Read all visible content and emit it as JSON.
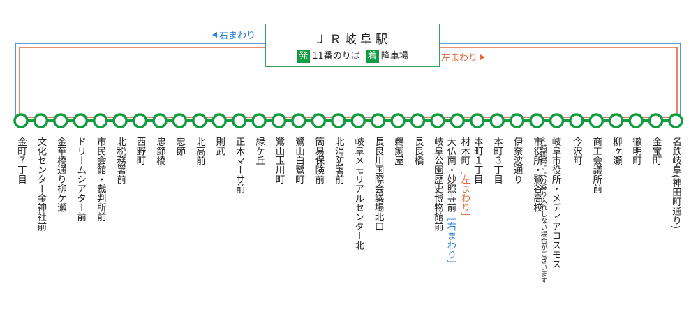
{
  "terminal": {
    "title": "ＪＲ岐阜駅",
    "depart_badge": "発",
    "depart_text": "11番のりば",
    "arrive_badge": "着",
    "arrive_text": "降車場"
  },
  "directions": {
    "clockwise": "右まわり",
    "counterclockwise": "左まわり"
  },
  "colors": {
    "line_green": "#119c3f",
    "clockwise_blue": "#2b7fd6",
    "counterclockwise_orange": "#e36a3c"
  },
  "stops": [
    {
      "name": "金町７丁目"
    },
    {
      "name": "文化センター金神社前"
    },
    {
      "name": "金華橋通り柳ケ瀬"
    },
    {
      "name": "ドリームシアター前"
    },
    {
      "name": "市民会館・裁判所前"
    },
    {
      "name": "北税務署前"
    },
    {
      "name": "西野町"
    },
    {
      "name": "忠節橋"
    },
    {
      "name": "忠節"
    },
    {
      "name": "北高前"
    },
    {
      "name": "則武"
    },
    {
      "name": "正木マーサ前"
    },
    {
      "name": "緑ケ丘"
    },
    {
      "name": "鷺山玉川町"
    },
    {
      "name": "鷺山白鷺町"
    },
    {
      "name": "簡易保険前"
    },
    {
      "name": "北消防署前"
    },
    {
      "name": "岐阜メモリアルセンター北"
    },
    {
      "name": "長良川国際会議場北口"
    },
    {
      "name": "鵜飼屋"
    },
    {
      "name": "長良橋"
    },
    {
      "name": "岐阜公園歴史博物館前"
    },
    {
      "name": "材木町",
      "tag": "［左まわり］"
    },
    {
      "name": "本町１丁目"
    },
    {
      "name": "本町３丁目"
    },
    {
      "name": "伊奈波通り"
    },
    {
      "name": "市役所・鷺谷高校"
    },
    {
      "name": "岐阜市役所・メディアコスモス",
      "note": "※時間帯により乗り入れしない場合がございます"
    },
    {
      "name": "今沢町"
    },
    {
      "name": "商工会議所前"
    },
    {
      "name": "柳ヶ瀬"
    },
    {
      "name": "徹明町"
    },
    {
      "name": "金宝町"
    },
    {
      "name": "名鉄岐阜(神田町通り)"
    }
  ],
  "stop_22_second": {
    "name": "大仏南・妙照寺前",
    "tag": "［右まわり］"
  }
}
